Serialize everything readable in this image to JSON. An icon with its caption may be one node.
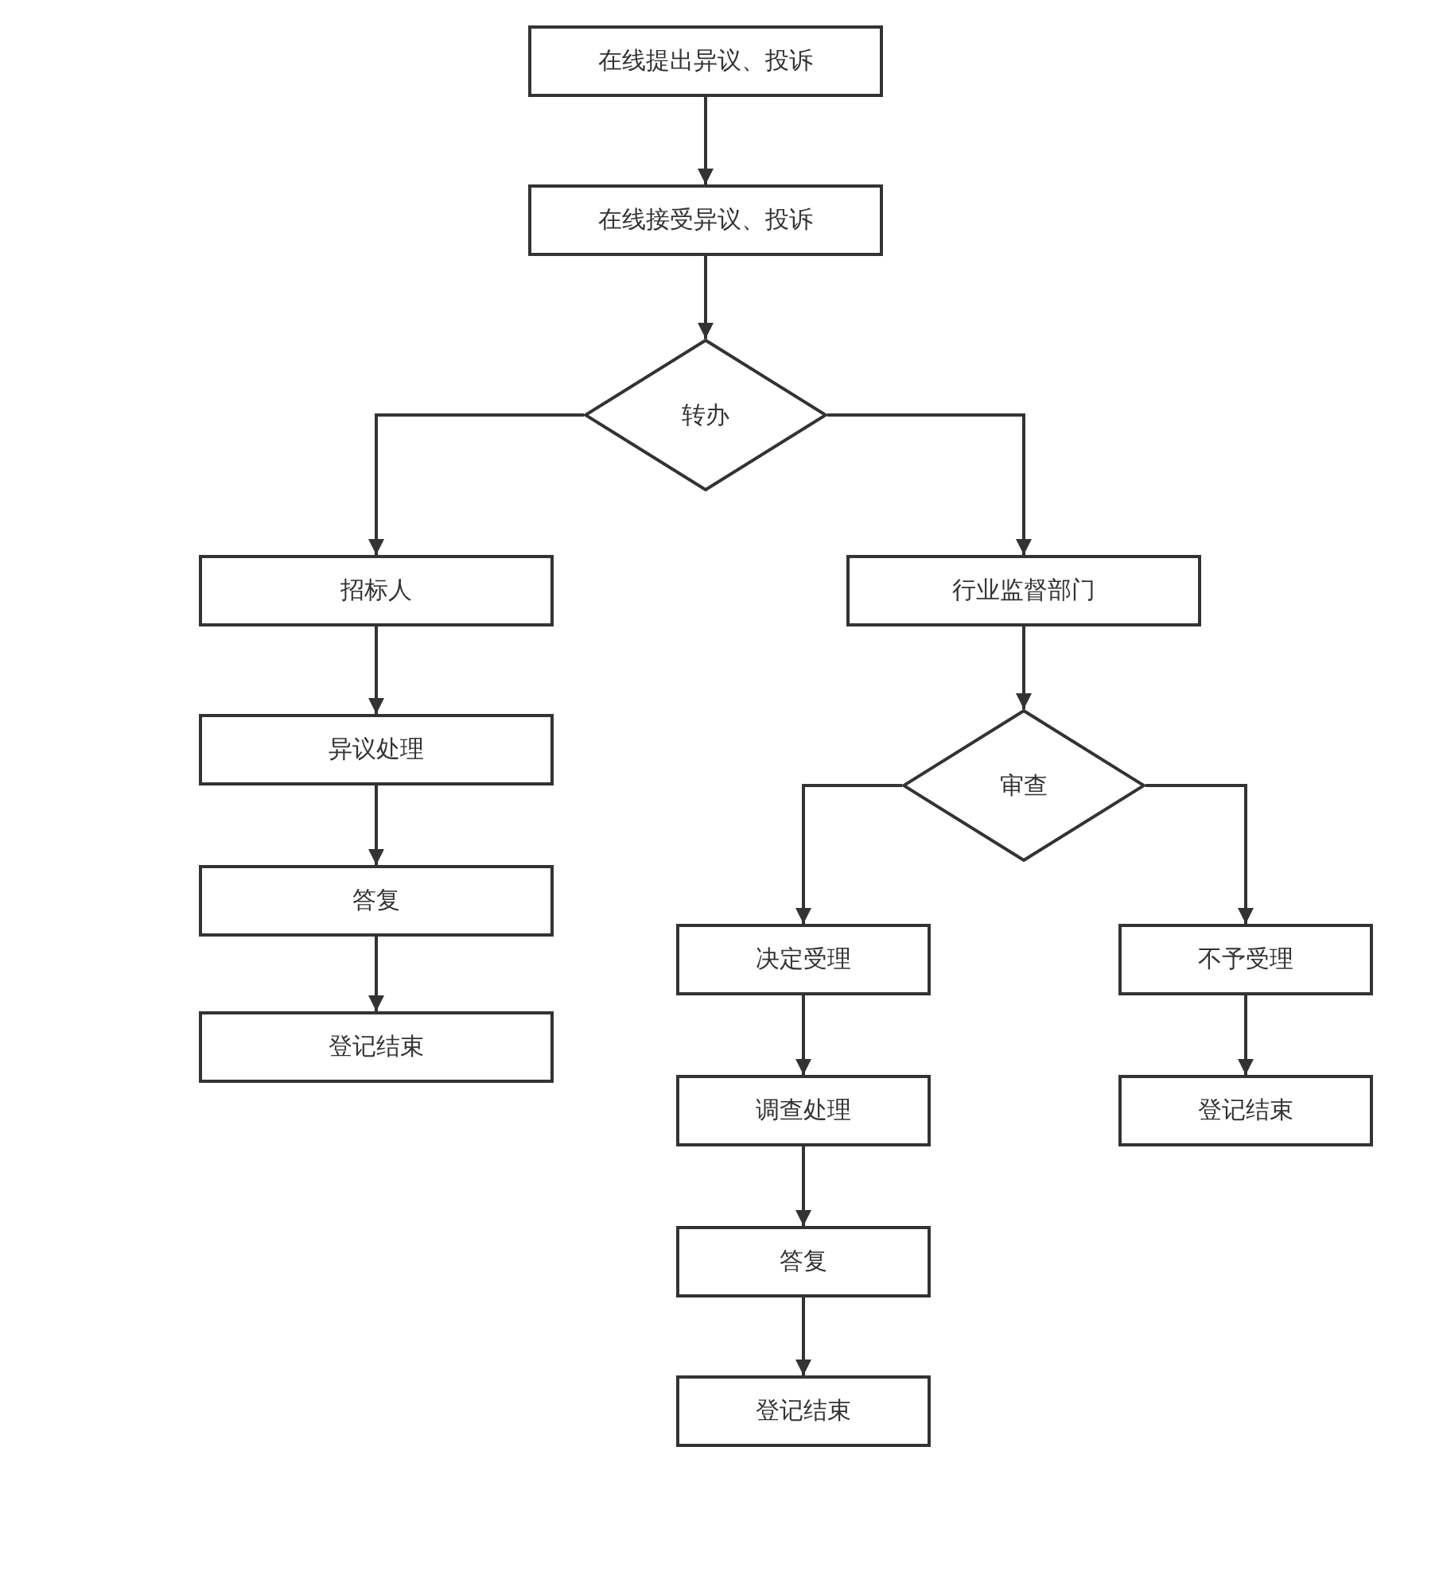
{
  "diagram": {
    "nodes": [
      {
        "text": [
          "在线提出异议、投诉"
        ]
      },
      {
        "text": [
          "在线接受异议、投诉"
        ]
      },
      {
        "text": [
          "转办"
        ]
      },
      {
        "text": [
          "招标人"
        ]
      },
      {
        "text": [
          "行业监督部门"
        ]
      },
      {
        "text": [
          "异议处理"
        ]
      },
      {
        "text": [
          "答复"
        ]
      },
      {
        "text": [
          "登记结束"
        ]
      },
      {
        "text": [
          "审查"
        ]
      },
      {
        "text": [
          "决定受理"
        ]
      },
      {
        "text": [
          "不予受理"
        ]
      },
      {
        "text": [
          "调查处理"
        ]
      },
      {
        "text": [
          "登记结束"
        ]
      },
      {
        "text": [
          "答复"
        ]
      },
      {
        "text": [
          "登记结束"
        ]
      }
    ],
    "edges": [
      {
        "from": 0,
        "to": 1,
        "arrow": "to"
      },
      {
        "from": 1,
        "to": 2,
        "arrow": "to"
      },
      {
        "from": 2,
        "to": 3,
        "arrow": "to"
      },
      {
        "from": 2,
        "to": 4,
        "arrow": "to"
      },
      {
        "from": 3,
        "to": 5,
        "arrow": "to"
      },
      {
        "from": 5,
        "to": 6,
        "arrow": "to"
      },
      {
        "from": 6,
        "to": 7,
        "arrow": "to"
      },
      {
        "from": 4,
        "to": 8,
        "arrow": "to"
      },
      {
        "from": 8,
        "to": 9,
        "arrow": "to"
      },
      {
        "from": 8,
        "to": 10,
        "arrow": "to"
      },
      {
        "from": 9,
        "to": 11,
        "arrow": "to"
      },
      {
        "from": 10,
        "to": 12,
        "arrow": "to"
      },
      {
        "from": 11,
        "to": 13,
        "arrow": "to"
      },
      {
        "from": 13,
        "to": 14,
        "arrow": "to"
      }
    ]
  }
}
